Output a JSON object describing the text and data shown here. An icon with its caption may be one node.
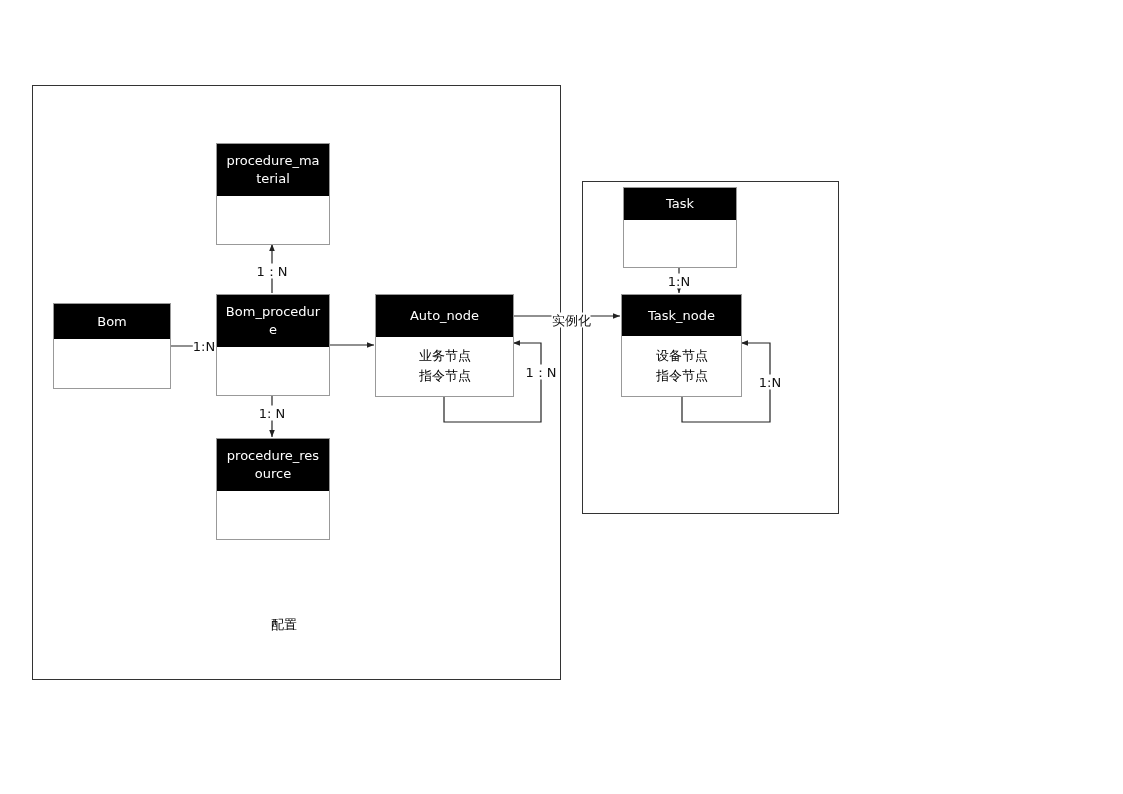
{
  "diagram": {
    "nodes": [
      {
        "text": [
          "配置"
        ]
      },
      {
        "text": [
          "Bom"
        ],
        "in": 0
      },
      {
        "text": [
          "procedure_material"
        ],
        "in": 0
      },
      {
        "text": [
          "Bom_procedure"
        ],
        "in": 0
      },
      {
        "text": [
          "procedure_resource"
        ],
        "in": 0
      },
      {
        "text": [
          "Auto_node",
          "业务节点",
          "指令节点"
        ],
        "in": 0
      },
      {
        "text": [],
        "shape": "box"
      },
      {
        "text": [
          "Task"
        ],
        "in": 6
      },
      {
        "text": [
          "Task_node",
          "设备节点",
          "指令节点"
        ],
        "in": 6
      }
    ],
    "edges": [
      {
        "from": 1,
        "to": 3,
        "arrow": "none",
        "label": "1:N"
      },
      {
        "from": 3,
        "to": 2,
        "arrow": "to",
        "label": "1：N"
      },
      {
        "from": 3,
        "to": 4,
        "arrow": "to",
        "label": "1: N"
      },
      {
        "from": 3,
        "to": 5,
        "arrow": "to"
      },
      {
        "from": 5,
        "to": 5,
        "arrow": "to",
        "label": "1：N"
      },
      {
        "from": 5,
        "to": 8,
        "arrow": "to",
        "label": "实例化"
      },
      {
        "from": 7,
        "to": 8,
        "arrow": "to",
        "label": "1:N"
      },
      {
        "from": 8,
        "to": 8,
        "arrow": "to",
        "label": "1:N"
      }
    ]
  }
}
